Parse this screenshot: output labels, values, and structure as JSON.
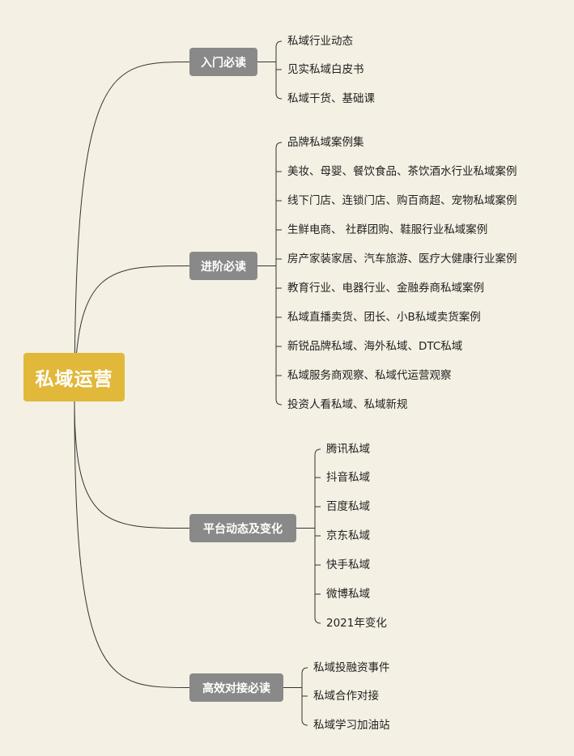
{
  "root": {
    "label": "私域运营"
  },
  "branches": [
    {
      "label": "入门必读",
      "items": [
        "私域行业动态",
        "见实私域白皮书",
        "私域干货、基础课"
      ]
    },
    {
      "label": "进阶必读",
      "items": [
        "品牌私域案例集",
        "美妆、母婴、餐饮食品、茶饮酒水行业私域案例",
        "线下门店、连锁门店、购百商超、宠物私域案例",
        "生鲜电商、 社群团购、鞋服行业私域案例",
        "房产家装家居、汽车旅游、医疗大健康行业案例",
        "教育行业、电器行业、金融券商私域案例",
        "私域直播卖货、团长、小B私域卖货案例",
        "新锐品牌私域、海外私域、DTC私域",
        "私域服务商观察、私域代运营观察",
        "投资人看私域、私域新规"
      ]
    },
    {
      "label": "平台动态及变化",
      "items": [
        "腾讯私域",
        "抖音私域",
        "百度私域",
        "京东私域",
        "快手私域",
        "微博私域",
        "2021年变化"
      ]
    },
    {
      "label": "高效对接必读",
      "items": [
        "私域投融资事件",
        "私域合作对接",
        "私域学习加油站"
      ]
    }
  ],
  "colors": {
    "background": "#f4f0e3",
    "root": "#e1b83a",
    "branch": "#898989",
    "line": "#333333",
    "text": "#222222"
  }
}
